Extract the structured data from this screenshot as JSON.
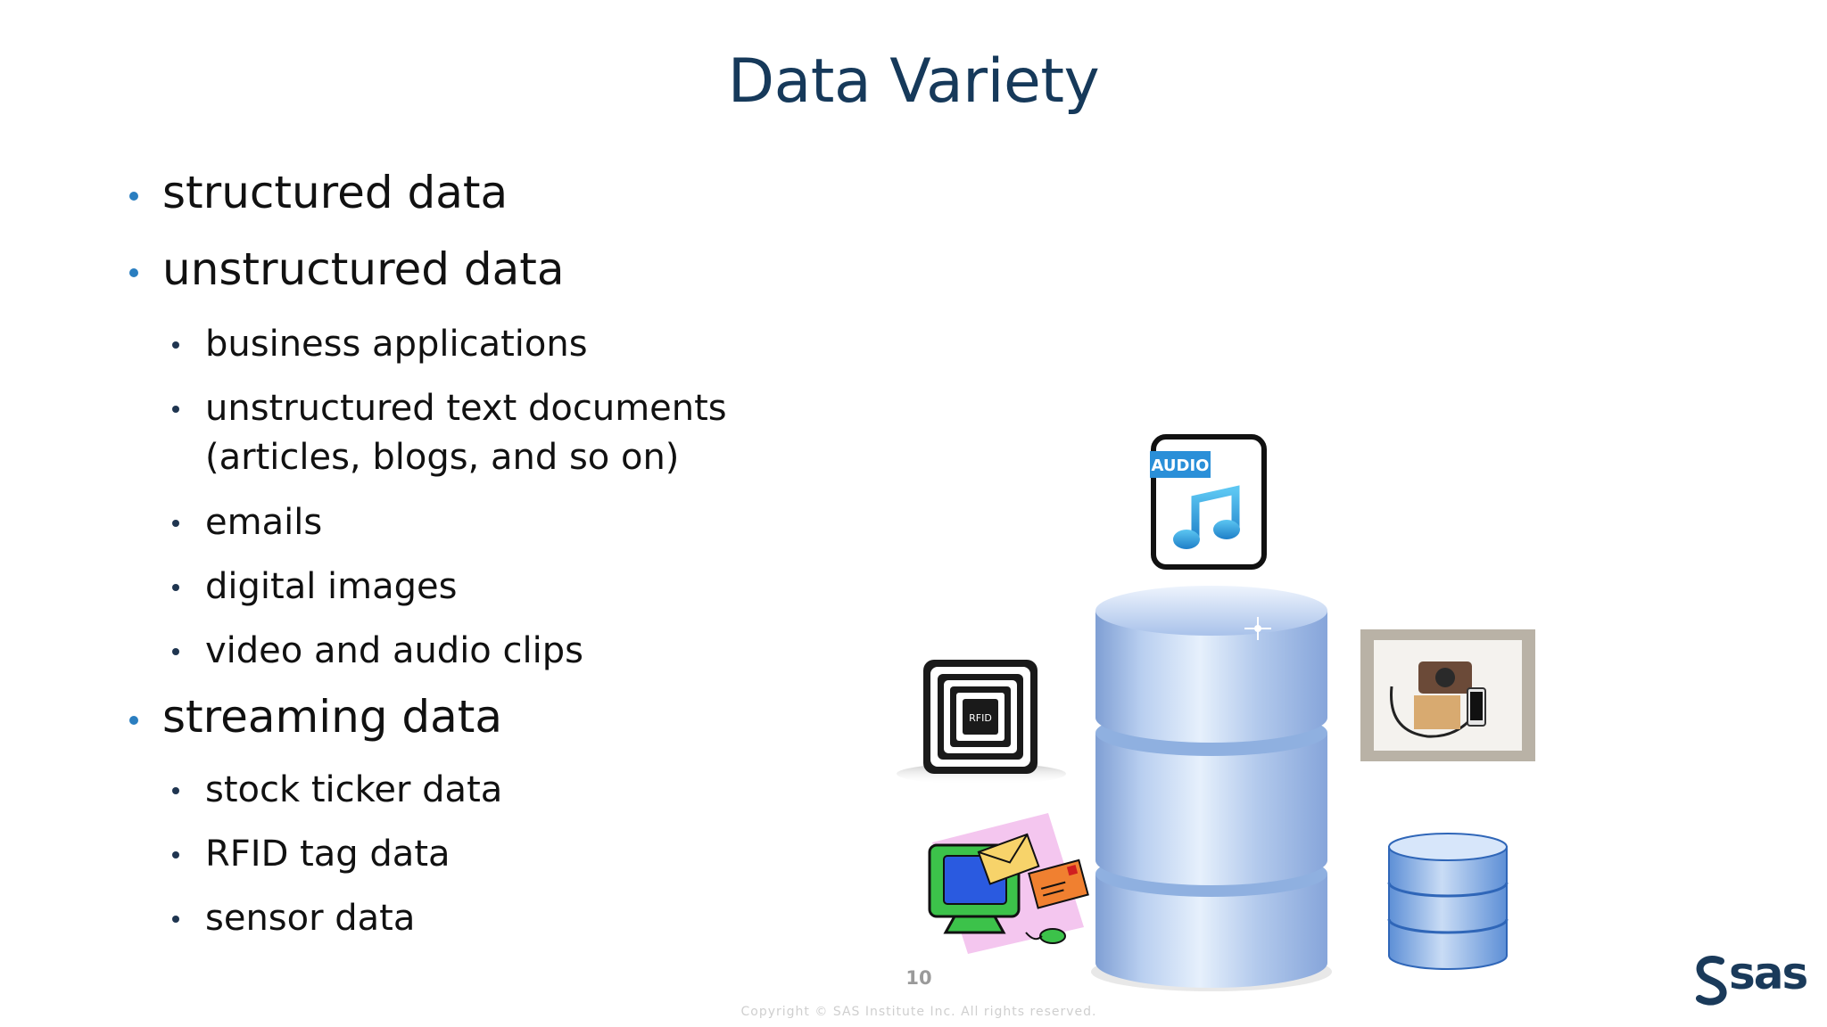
{
  "slide": {
    "title": "Data Variety",
    "bullets": [
      {
        "level": 1,
        "text": "structured data"
      },
      {
        "level": 1,
        "text": "unstructured data"
      },
      {
        "level": 2,
        "text": "business applications"
      },
      {
        "level": 2,
        "text": "unstructured text documents"
      },
      {
        "level": 2,
        "text": "(articles, blogs, and so on)",
        "continuation": true
      },
      {
        "level": 2,
        "text": "emails"
      },
      {
        "level": 2,
        "text": "digital images"
      },
      {
        "level": 2,
        "text": "video and audio clips"
      },
      {
        "level": 1,
        "text": "streaming data"
      },
      {
        "level": 2,
        "text": "stock ticker data"
      },
      {
        "level": 2,
        "text": "RFID tag data"
      },
      {
        "level": 2,
        "text": "sensor data"
      }
    ],
    "page_number": "10",
    "copyright": "Copyright © SAS Institute Inc. All rights reserved.",
    "logo_text": "sas",
    "illustration": {
      "audio_badge": "AUDIO",
      "rfid_label": "RFID",
      "icons": [
        "audio-file-icon",
        "rfid-tag-icon",
        "email-computer-icon",
        "camera-devices-photo",
        "database-cylinder-large",
        "database-cylinder-small"
      ]
    }
  },
  "colors": {
    "title": "#16395a",
    "bullet_level1": "#2a7ec0",
    "bullet_level2": "#1f3550",
    "text": "#111111",
    "db_blue": "#9fbde8"
  }
}
